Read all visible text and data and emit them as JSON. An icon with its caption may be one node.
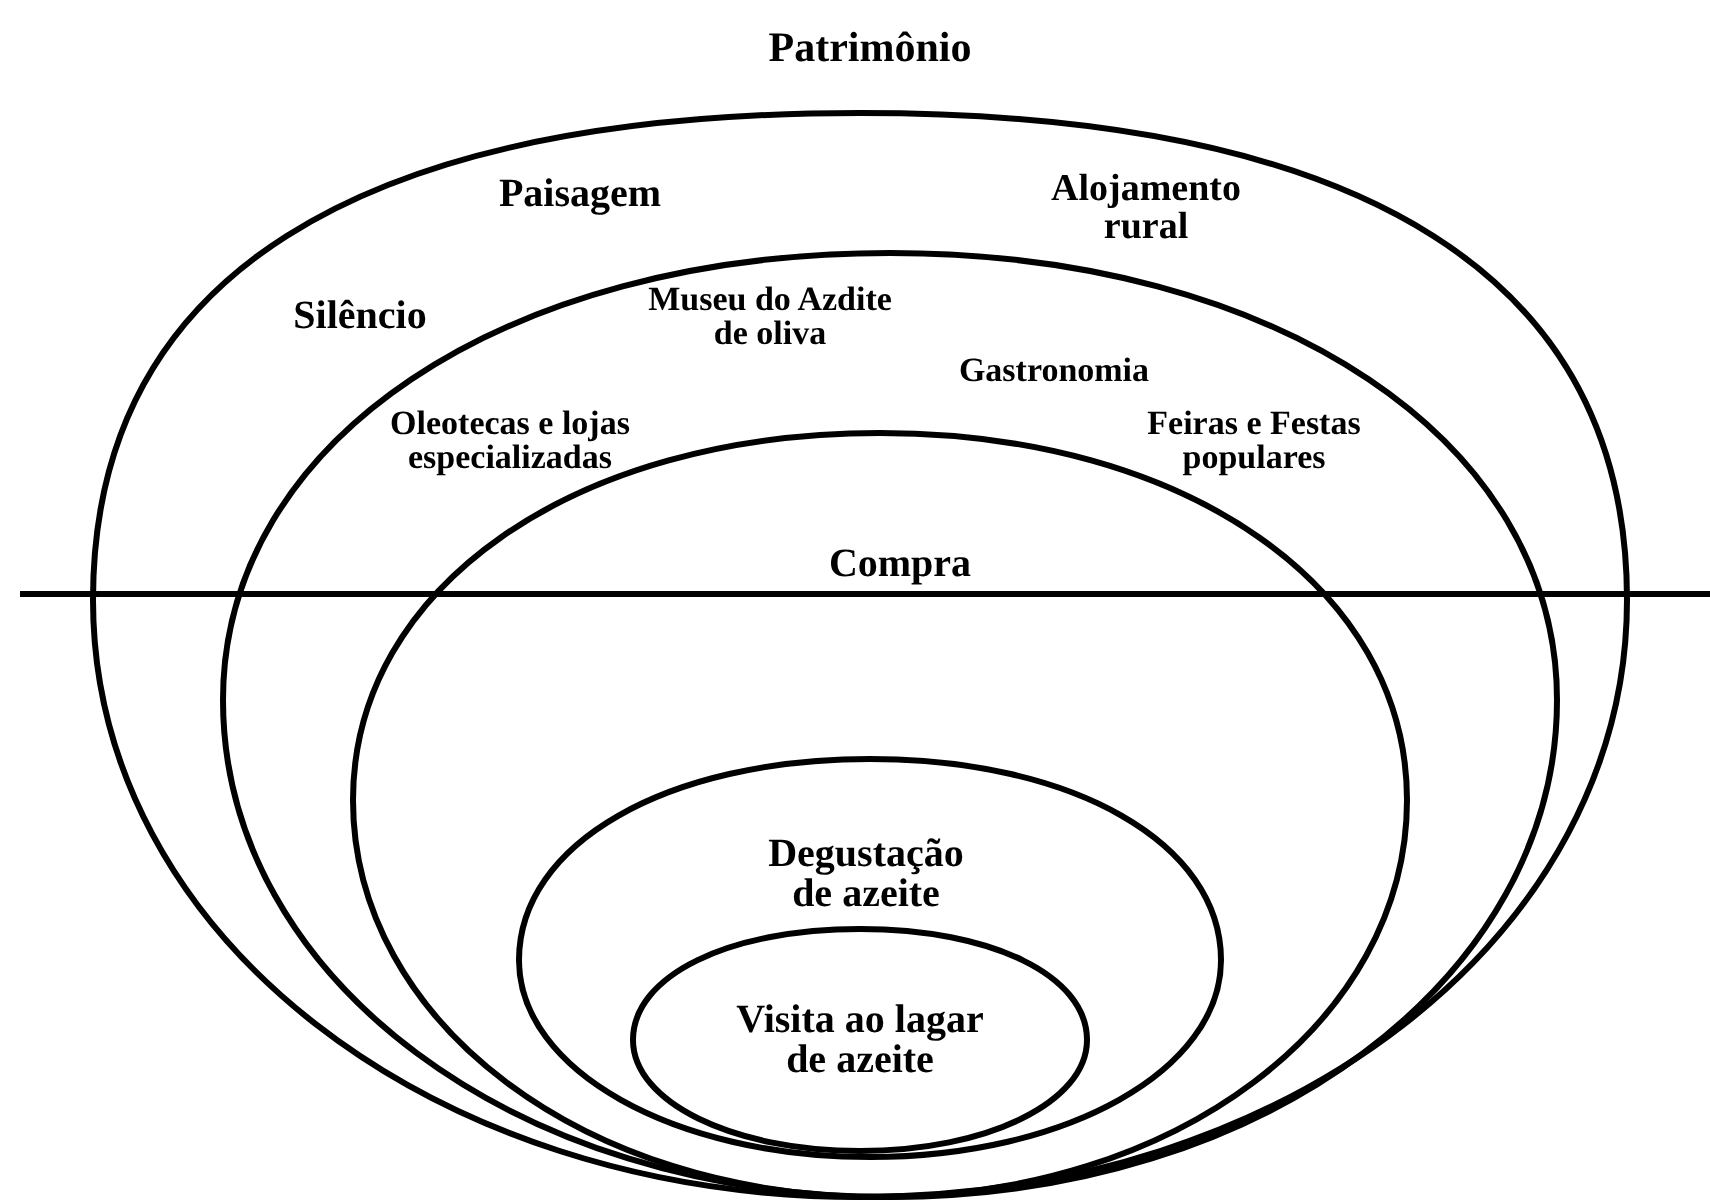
{
  "diagram": {
    "nodes": [
      {
        "text": [
          "Patrimônio",
          "Paisagem",
          "Alojamento rural",
          "Silêncio"
        ]
      },
      {
        "text": [
          "Museu do Azdite de oliva",
          "Gastronomia",
          "Oleotecas e lojas especializadas",
          "Feiras e Festas populares"
        ],
        "in": 0
      },
      {
        "text": [
          "Compra"
        ],
        "in": 1
      },
      {
        "text": [
          "Degustação de azeite"
        ],
        "in": 2
      },
      {
        "text": [
          "Visita ao lagar de azeite"
        ],
        "in": 3
      }
    ],
    "edges": []
  }
}
